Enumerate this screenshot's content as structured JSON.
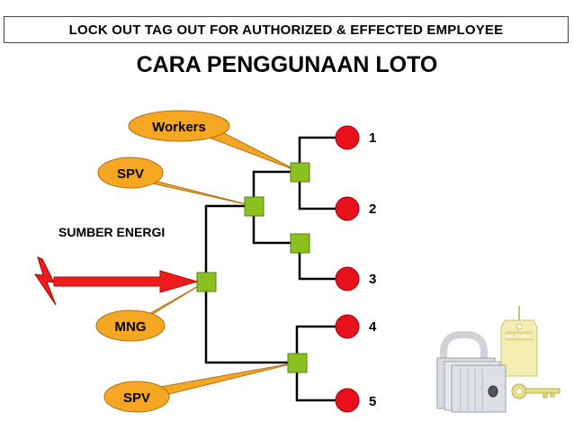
{
  "header": {
    "banner": "LOCK OUT TAG OUT FOR AUTHORIZED & EFFECTED EMPLOYEE",
    "title": "CARA PENGGUNAAN LOTO"
  },
  "diagram": {
    "energy_source_label": "SUMBER ENERGI",
    "callouts": [
      {
        "label": "Workers"
      },
      {
        "label": "SPV"
      },
      {
        "label": "MNG"
      },
      {
        "label": "SPV"
      }
    ],
    "outputs": [
      {
        "label": "1"
      },
      {
        "label": "2"
      },
      {
        "label": "3"
      },
      {
        "label": "4"
      },
      {
        "label": "5"
      }
    ],
    "tag_text": "WARNING",
    "colors": {
      "callout_fill": "#f5a623",
      "lock_box_fill": "#8cc21f",
      "output_fill": "#e8101a",
      "arrow_fill": "#ee1c1c",
      "line": "#000000"
    }
  }
}
